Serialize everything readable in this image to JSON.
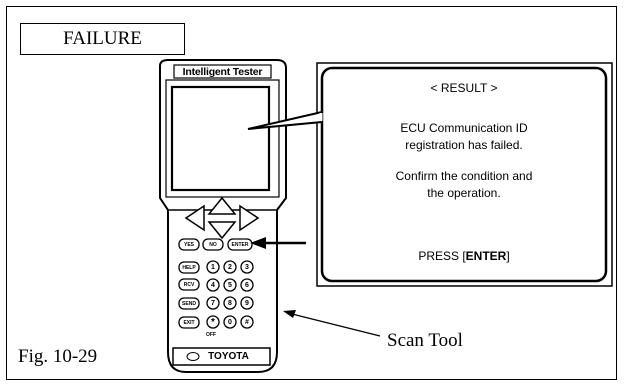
{
  "figure": {
    "status_label": "FAILURE",
    "fig_label": "Fig. 10-29",
    "callout_label": "Scan Tool"
  },
  "device": {
    "title": "Intelligent Tester",
    "brand": "TOYOTA",
    "off_label": "OFF",
    "keys": {
      "yes": "YES",
      "no": "NO",
      "enter": "ENTER",
      "help": "HELP",
      "rcv": "RCV",
      "send": "SEND",
      "exit": "EXIT",
      "k1": "1",
      "k2": "2",
      "k3": "3",
      "k4": "4",
      "k5": "5",
      "k6": "6",
      "k7": "7",
      "k8": "8",
      "k9": "9",
      "kstar": "*",
      "k0": "0",
      "khash": "#"
    }
  },
  "result_screen": {
    "heading": "< RESULT >",
    "message_line1": "ECU Communication ID",
    "message_line2": "registration has failed.",
    "instruction_line1": "Confirm the condition and",
    "instruction_line2": "the operation.",
    "press_prefix": "PRESS [",
    "press_key": "ENTER",
    "press_suffix": "]"
  }
}
